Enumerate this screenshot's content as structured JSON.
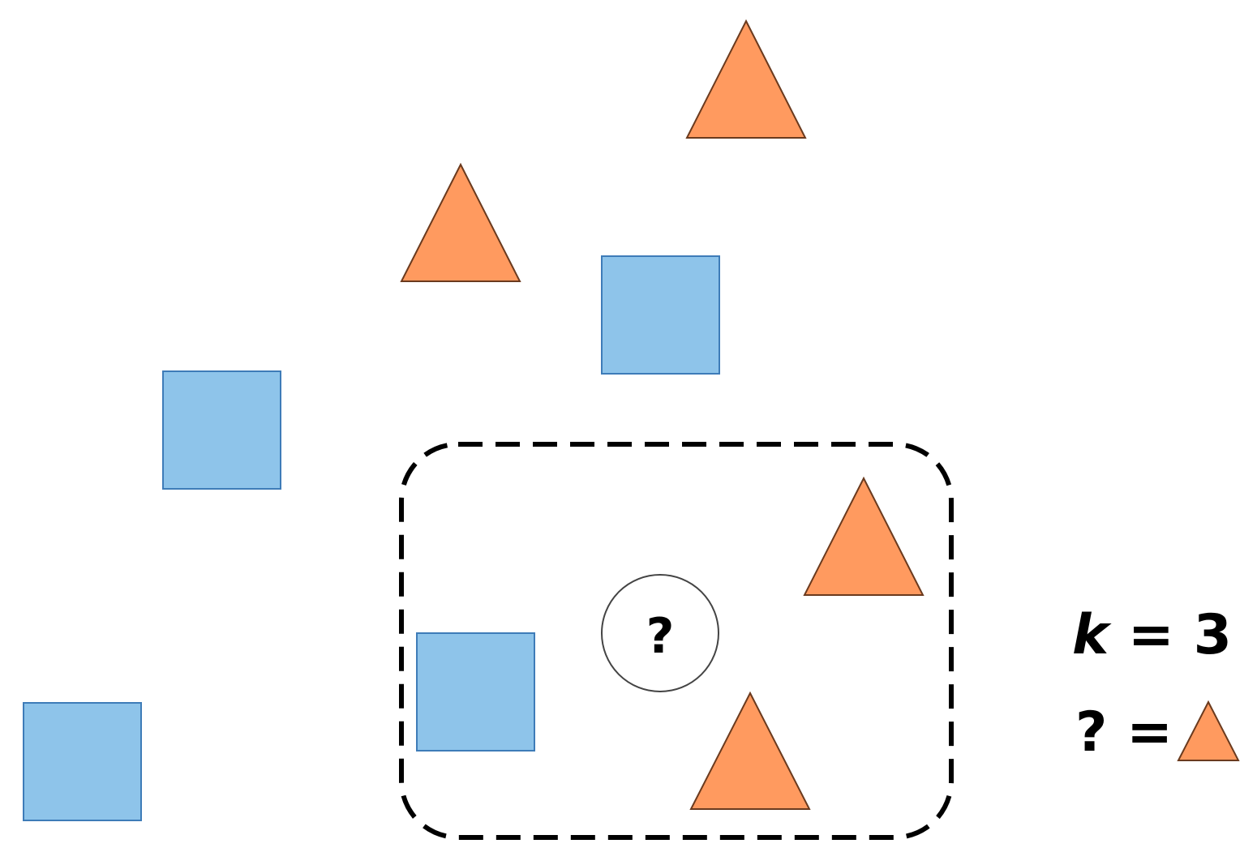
{
  "colors": {
    "square_fill": "#8ec4ea",
    "square_stroke": "#3e7cb8",
    "triangle_fill": "#ff9a5f",
    "triangle_stroke": "#6a3a1e"
  },
  "query": {
    "label": "?"
  },
  "legend": {
    "k_variable": "k",
    "k_equals": " = 3",
    "answer_prefix": "? ="
  },
  "shape_names": {
    "square": "blue-square",
    "triangle": "orange-triangle"
  }
}
